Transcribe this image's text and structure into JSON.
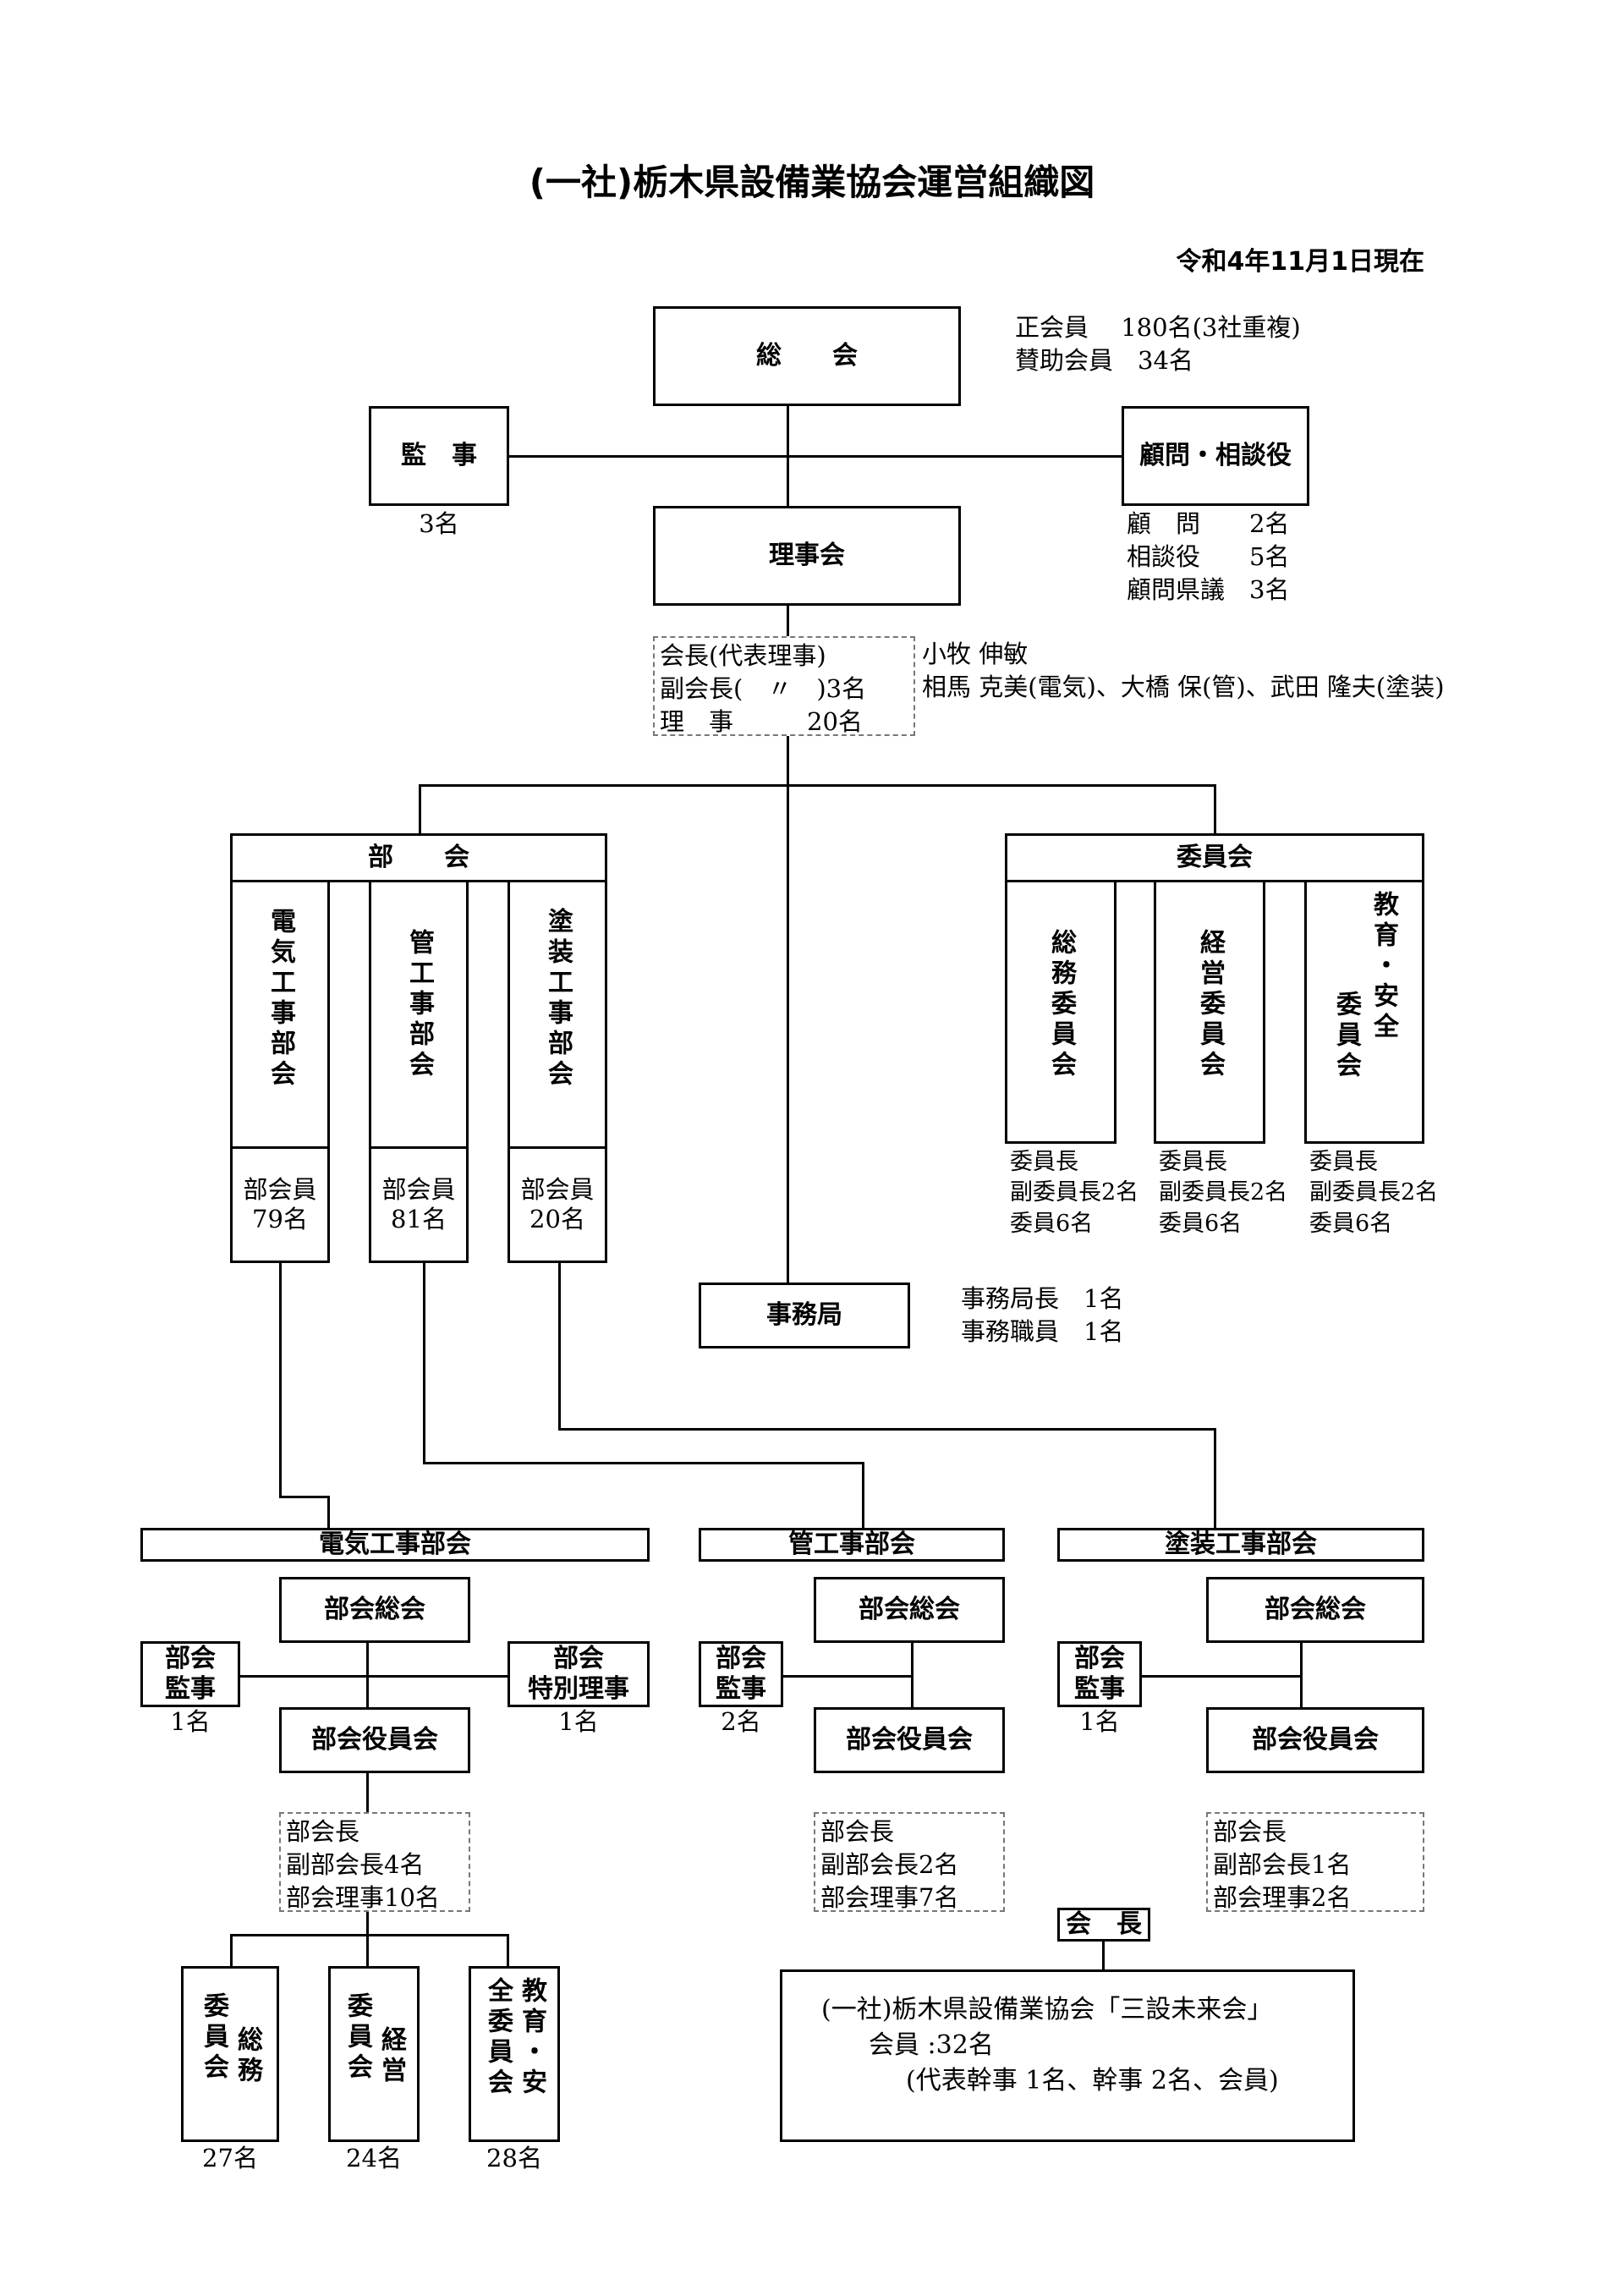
{
  "title": "(一社)栃木県設備業協会運営組織図",
  "date": "令和4年11月1日現在",
  "general_meeting": {
    "label": "総　　会",
    "members_lines": [
      "正会員　 180名(3社重複)",
      "賛助会員　34名"
    ]
  },
  "auditor": {
    "label": "監　事",
    "count": "3名"
  },
  "advisors": {
    "label": "顧問・相談役",
    "detail_lines": [
      "顧　問　　2名",
      "相談役　　5名",
      "顧問県議　3名"
    ]
  },
  "board": {
    "label": "理事会",
    "roles_lines": [
      "会長(代表理事)",
      "副会長(　〃　)3名",
      "理　事　　　20名"
    ],
    "names_lines": [
      "小牧 伸敏",
      "相馬 克美(電気)、大橋 保(管)、武田 隆夫(塗装)"
    ]
  },
  "divisions": {
    "label": "部　　会",
    "items": [
      {
        "label": "電気工事部会",
        "members_lines": [
          "部会員",
          "79名"
        ]
      },
      {
        "label": "管工事部会",
        "members_lines": [
          "部会員",
          "81名"
        ]
      },
      {
        "label": "塗装工事部会",
        "members_lines": [
          "部会員",
          "20名"
        ]
      }
    ]
  },
  "committees": {
    "label": "委員会",
    "items": [
      {
        "label": "総務委員会",
        "members_lines": [
          "委員長",
          "副委員長2名",
          "委員6名"
        ]
      },
      {
        "label": "経営委員会",
        "members_lines": [
          "委員長",
          "副委員長2名",
          "委員6名"
        ]
      },
      {
        "label_a": "教育・安全",
        "label_b": "委員会",
        "members_lines": [
          "委員長",
          "副委員長2名",
          "委員6名"
        ]
      }
    ]
  },
  "secretariat": {
    "label": "事務局",
    "detail_lines": [
      "事務局長　1名",
      "事務職員　1名"
    ]
  },
  "elec": {
    "header": "電気工事部会",
    "general": "部会総会",
    "auditor": {
      "label_lines": [
        "部会",
        "監事"
      ],
      "count": "1名"
    },
    "special": {
      "label_lines": [
        "部会",
        "特別理事"
      ],
      "count": "1名"
    },
    "officers": "部会役員会",
    "roles_lines": [
      "部会長",
      "副部会長4名",
      "部会理事10名"
    ],
    "committees": [
      {
        "label_a": "総務",
        "label_b": "委員会",
        "count": "27名"
      },
      {
        "label_a": "経営",
        "label_b": "委員会",
        "count": "24名"
      },
      {
        "label_a": "教育・安",
        "label_b": "全委員会",
        "count": "28名"
      }
    ]
  },
  "pipe": {
    "header": "管工事部会",
    "general": "部会総会",
    "auditor": {
      "label_lines": [
        "部会",
        "監事"
      ],
      "count": "2名"
    },
    "officers": "部会役員会",
    "roles_lines": [
      "部会長",
      "副部会長2名",
      "部会理事7名"
    ]
  },
  "paint": {
    "header": "塗装工事部会",
    "general": "部会総会",
    "auditor": {
      "label_lines": [
        "部会",
        "監事"
      ],
      "count": "1名"
    },
    "officers": "部会役員会",
    "roles_lines": [
      "部会長",
      "副部会長1名",
      "部会理事2名"
    ]
  },
  "future": {
    "chair_label": "会　長",
    "title": "(一社)栃木県設備業協会「三設未来会」",
    "lines": [
      "会員 :32名",
      "(代表幹事 1名、幹事 2名、会員)"
    ]
  }
}
